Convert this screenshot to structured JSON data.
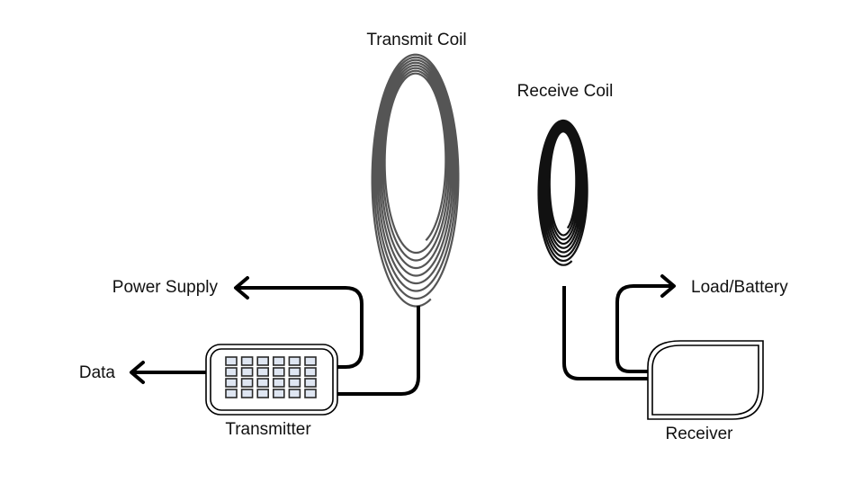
{
  "diagram": {
    "title": "Wireless power transfer system",
    "labels": {
      "transmit_coil": "Transmit Coil",
      "receive_coil": "Receive Coil",
      "power_supply": "Power Supply",
      "data": "Data",
      "transmitter": "Transmitter",
      "load_battery": "Load/Battery",
      "receiver": "Receiver"
    },
    "components": [
      {
        "id": "transmitter",
        "label": "Transmitter",
        "type": "chip-module",
        "chip_grid": {
          "rows": 4,
          "cols": 6
        }
      },
      {
        "id": "transmit_coil",
        "label": "Transmit Coil",
        "type": "spiral-coil",
        "turns": 8
      },
      {
        "id": "receive_coil",
        "label": "Receive Coil",
        "type": "spiral-coil",
        "turns": 8
      },
      {
        "id": "receiver",
        "label": "Receiver",
        "type": "module"
      }
    ],
    "connections": [
      {
        "from": "transmitter",
        "to": "power_supply",
        "arrow": "to"
      },
      {
        "from": "transmitter",
        "to": "data",
        "arrow": "to"
      },
      {
        "from": "transmitter",
        "to": "transmit_coil",
        "arrow": "none"
      },
      {
        "from": "receive_coil",
        "to": "receiver",
        "arrow": "none"
      },
      {
        "from": "receiver",
        "to": "load_battery",
        "arrow": "to"
      }
    ],
    "colors": {
      "line": "#000000",
      "transmit_coil": "#555555",
      "receive_coil": "#111111",
      "chip_fill": "#dfe6f2",
      "background": "#ffffff"
    }
  }
}
